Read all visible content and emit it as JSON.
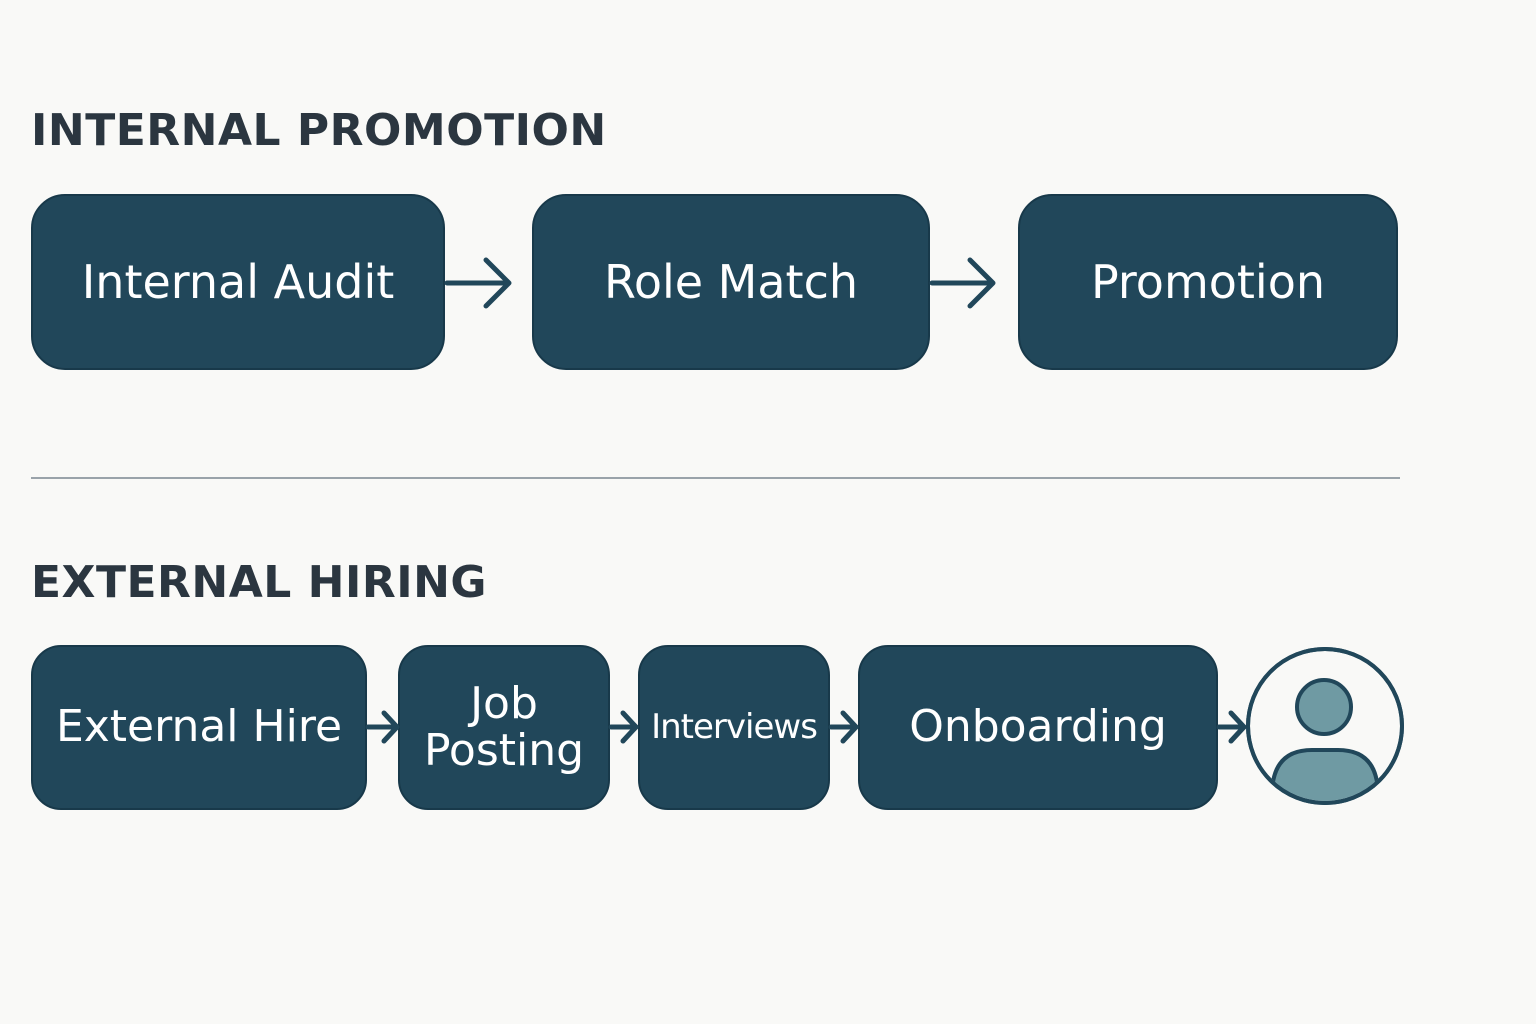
{
  "sections": {
    "internal": {
      "title": "INTERNAL PROMOTION",
      "steps": [
        "Internal Audit",
        "Role Match",
        "Promotion"
      ]
    },
    "external": {
      "title": "EXTERNAL HIRING",
      "steps": [
        "External Hire",
        [
          "Job",
          "Posting"
        ],
        "Interviews",
        "Onboarding"
      ],
      "end_icon": "person-icon"
    }
  },
  "colors": {
    "background": "#f9f9f7",
    "box_fill": "#21475a",
    "box_text": "#ffffff",
    "title_text": "#2b3640",
    "arrow": "#21475a",
    "divider": "#9aa3aa",
    "person_fill": "#6f9aa3"
  }
}
